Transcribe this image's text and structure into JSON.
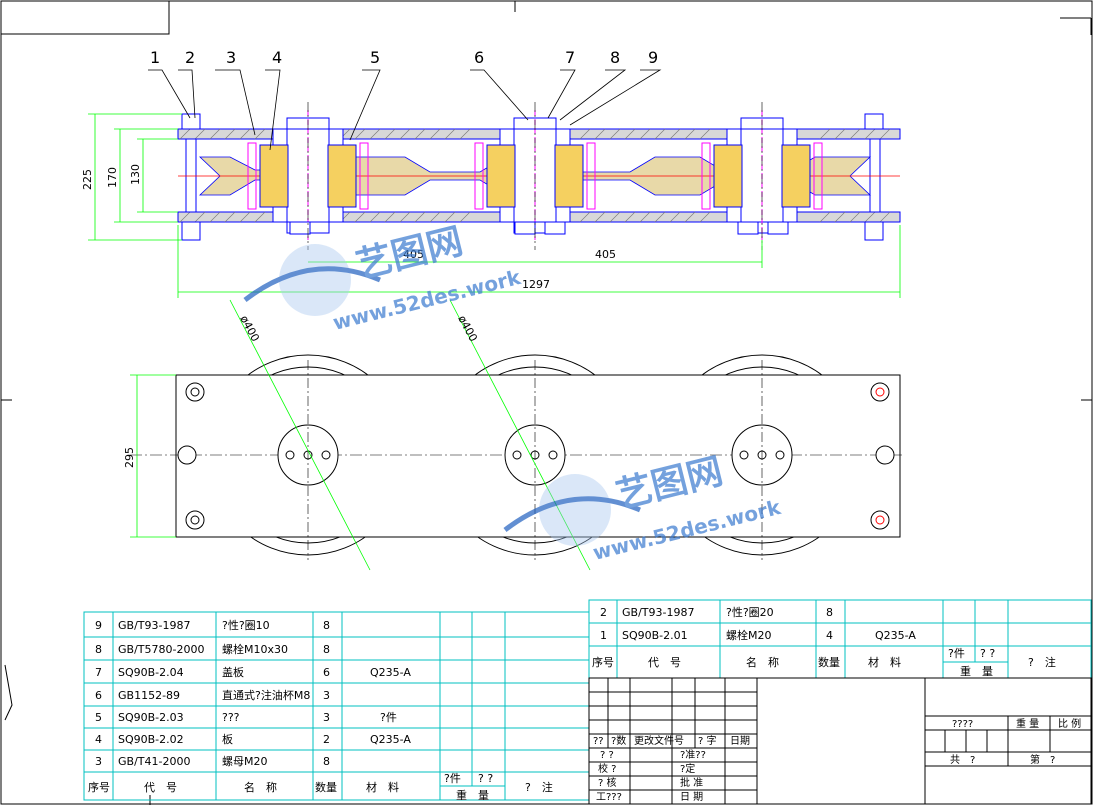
{
  "callouts": [
    "1",
    "2",
    "3",
    "4",
    "5",
    "6",
    "7",
    "8",
    "9"
  ],
  "dimensions": {
    "d225": "225",
    "d170": "170",
    "d130": "130",
    "d405a": "405",
    "d405b": "405",
    "d1297": "1297",
    "d295": "295",
    "phi400a": "ø400",
    "phi400b": "ø400"
  },
  "parts_left": [
    {
      "no": "9",
      "code": "GB/T93-1987",
      "name": "?性?圈10",
      "qty": "8",
      "material": "",
      "note": ""
    },
    {
      "no": "8",
      "code": "GB/T5780-2000",
      "name": "螺栓M10x30",
      "qty": "8",
      "material": "",
      "note": ""
    },
    {
      "no": "7",
      "code": "SQ90B-2.04",
      "name": "盖板",
      "qty": "6",
      "material": "Q235-A",
      "note": ""
    },
    {
      "no": "6",
      "code": "GB1152-89",
      "name": "直通式?注油杯M8",
      "qty": "3",
      "material": "",
      "note": ""
    },
    {
      "no": "5",
      "code": "SQ90B-2.03",
      "name": "???",
      "qty": "3",
      "material": "?件",
      "note": ""
    },
    {
      "no": "4",
      "code": "SQ90B-2.02",
      "name": "板",
      "qty": "2",
      "material": "Q235-A",
      "note": ""
    },
    {
      "no": "3",
      "code": "GB/T41-2000",
      "name": "螺母M20",
      "qty": "8",
      "material": "",
      "note": ""
    }
  ],
  "parts_right": [
    {
      "no": "2",
      "code": "GB/T93-1987",
      "name": "?性?圈20",
      "qty": "8",
      "material": "",
      "note": ""
    },
    {
      "no": "1",
      "code": "SQ90B-2.01",
      "name": "螺栓M20",
      "qty": "4",
      "material": "Q235-A",
      "note": ""
    }
  ],
  "headers": {
    "no": "序号",
    "code": "代　号",
    "name": "名　称",
    "qty": "数量",
    "material": "材　料",
    "single": "?件",
    "total": "? ?",
    "weight": "重　量",
    "note": "?　注"
  },
  "title_block": {
    "rev_mark": "??",
    "rev_count": "?数",
    "rev_doc": "更改文件号",
    "rev_sign": "? 字",
    "rev_date": "日期",
    "design": "? ?",
    "std": "?准??",
    "check": "校 ?",
    "fixed": "?定",
    "audit": "? 核",
    "approve": "批 准",
    "process": "工???",
    "date": "日 期",
    "stage": "????",
    "weight": "重 量",
    "scale": "比 例",
    "total_sheets": "共　?",
    "sheet_no": "第　?"
  },
  "watermark": {
    "cn": "艺图网",
    "url": "www.52des.work"
  },
  "colors": {
    "line": "#0000ff",
    "dim": "#00ff00",
    "table": "#00c0c0",
    "yellow": "#f5d060",
    "center": "#ff0000",
    "magenta": "#ff00ff",
    "tan": "#e8d9a8"
  }
}
